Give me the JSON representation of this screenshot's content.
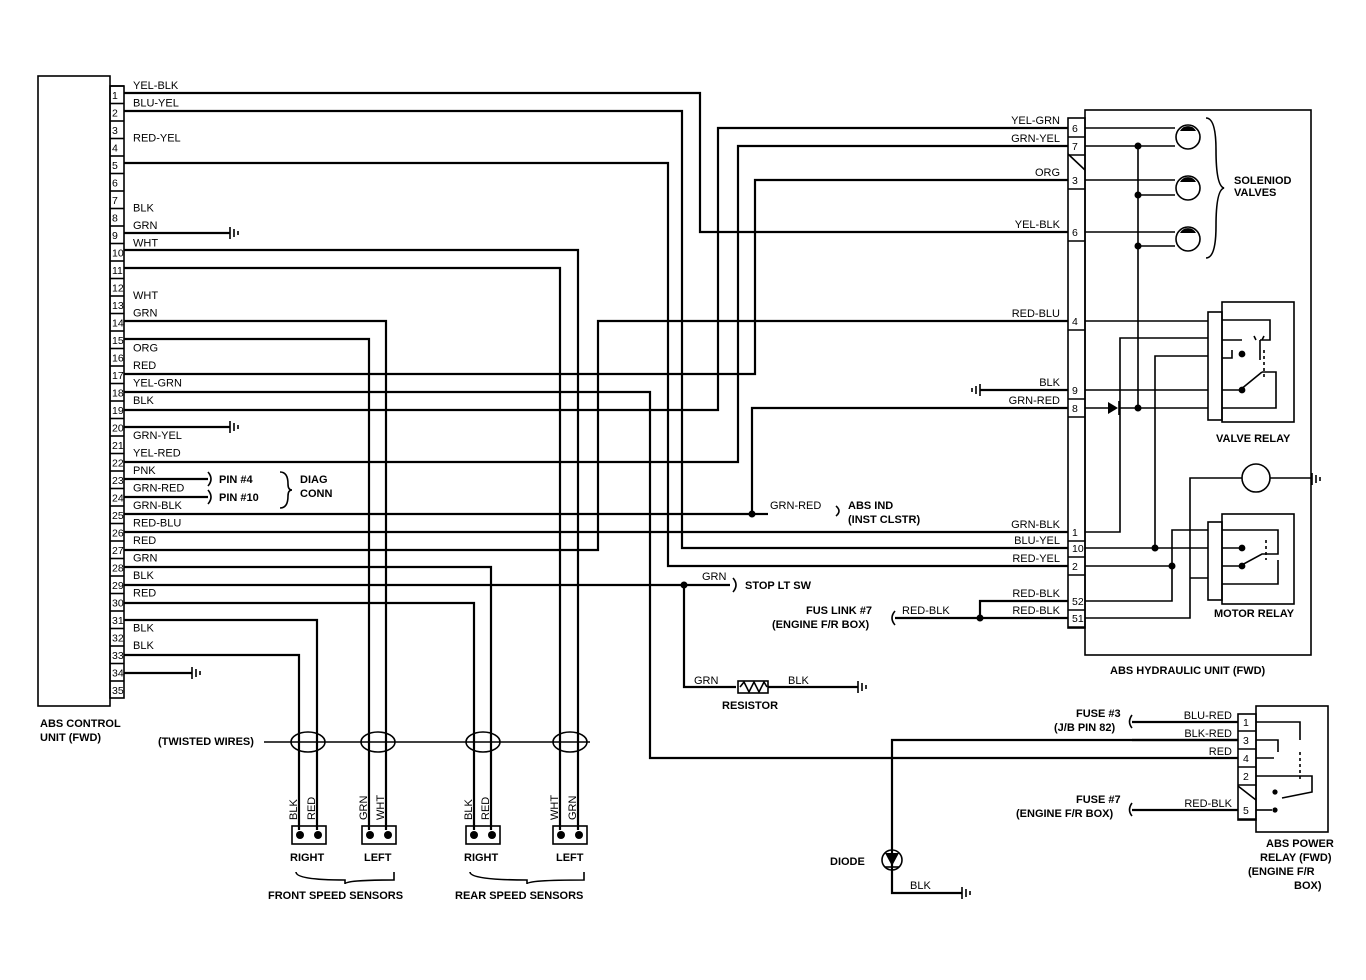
{
  "ecu": {
    "title_line1": "ABS CONTROL",
    "title_line2": "UNIT (FWD)",
    "pins": [
      "1",
      "2",
      "3",
      "4",
      "5",
      "6",
      "7",
      "8",
      "9",
      "10",
      "11",
      "12",
      "13",
      "14",
      "15",
      "16",
      "17",
      "18",
      "19",
      "20",
      "21",
      "22",
      "23",
      "24",
      "25",
      "26",
      "27",
      "28",
      "29",
      "30",
      "31",
      "32",
      "33",
      "34",
      "35"
    ],
    "wire_colors": {
      "1": "YEL-BLK",
      "2": "BLU-YEL",
      "4": "RED-YEL",
      "8": "BLK",
      "9": "GRN",
      "10": "WHT",
      "13": "WHT",
      "14": "GRN",
      "16": "ORG",
      "17": "RED",
      "18": "YEL-GRN",
      "19": "BLK",
      "21": "GRN-YEL",
      "22": "YEL-RED",
      "23": "PNK",
      "24": "GRN-RED",
      "25": "GRN-BLK",
      "26": "RED-BLU",
      "27": "RED",
      "28": "GRN",
      "29": "BLK",
      "30": "RED",
      "32": "BLK",
      "33": "BLK"
    }
  },
  "diag_conn": {
    "pin4": "PIN #4",
    "pin10": "PIN #10",
    "line1": "DIAG",
    "line2": "CONN"
  },
  "abs_ind": {
    "wire": "GRN-RED",
    "line1": "ABS IND",
    "line2": "(INST CLSTR)"
  },
  "stop_lt": {
    "wire": "GRN",
    "label": "STOP LT SW"
  },
  "fus_link": {
    "line1": "FUS LINK #7",
    "line2": "(ENGINE F/R BOX)",
    "wire": "RED-BLK"
  },
  "resistor": {
    "label": "RESISTOR",
    "wire_in": "GRN",
    "wire_out": "BLK"
  },
  "hydraulic_unit": {
    "title": "ABS HYDRAULIC UNIT (FWD)",
    "pins": [
      {
        "pin": "6",
        "wire": "YEL-GRN"
      },
      {
        "pin": "7",
        "wire": "GRN-YEL"
      },
      {
        "pin": "3",
        "wire": "ORG"
      },
      {
        "pin": "6",
        "wire": "YEL-BLK"
      },
      {
        "pin": "4",
        "wire": "RED-BLU"
      },
      {
        "pin": "9",
        "wire": "BLK"
      },
      {
        "pin": "8",
        "wire": "GRN-RED"
      },
      {
        "pin": "1",
        "wire": "GRN-BLK"
      },
      {
        "pin": "10",
        "wire": "BLU-YEL"
      },
      {
        "pin": "2",
        "wire": "RED-YEL"
      },
      {
        "pin": "52",
        "wire": "RED-BLK"
      },
      {
        "pin": "51",
        "wire": "RED-BLK"
      }
    ],
    "solenoid_line1": "SOLENIOD",
    "solenoid_line2": "VALVES",
    "valve_relay": "VALVE RELAY",
    "motor_relay": "MOTOR RELAY"
  },
  "power_relay": {
    "fuse3_line1": "FUSE #3",
    "fuse3_line2": "(J/B PIN 82)",
    "fuse7_line1": "FUSE #7",
    "fuse7_line2": "(ENGINE F/R BOX)",
    "wires": [
      {
        "pin": "1",
        "wire": "BLU-RED"
      },
      {
        "pin": "3",
        "wire": "BLK-RED"
      },
      {
        "pin": "4",
        "wire": "RED"
      },
      {
        "pin": "2",
        "wire": ""
      },
      {
        "pin": "5",
        "wire": "RED-BLK"
      }
    ],
    "title_line1": "ABS POWER",
    "title_line2": "RELAY (FWD)",
    "title_line3": "(ENGINE F/R",
    "title_line4": "BOX)"
  },
  "diode": {
    "label": "DIODE",
    "wire": "BLK"
  },
  "twisted": "(TWISTED WIRES)",
  "sensors": {
    "front_label": "FRONT SPEED SENSORS",
    "rear_label": "REAR SPEED SENSORS",
    "right": "RIGHT",
    "left": "LEFT",
    "front_right": [
      "BLK",
      "RED"
    ],
    "front_left": [
      "GRN",
      "WHT"
    ],
    "rear_right": [
      "BLK",
      "RED"
    ],
    "rear_left": [
      "WHT",
      "GRN"
    ]
  }
}
